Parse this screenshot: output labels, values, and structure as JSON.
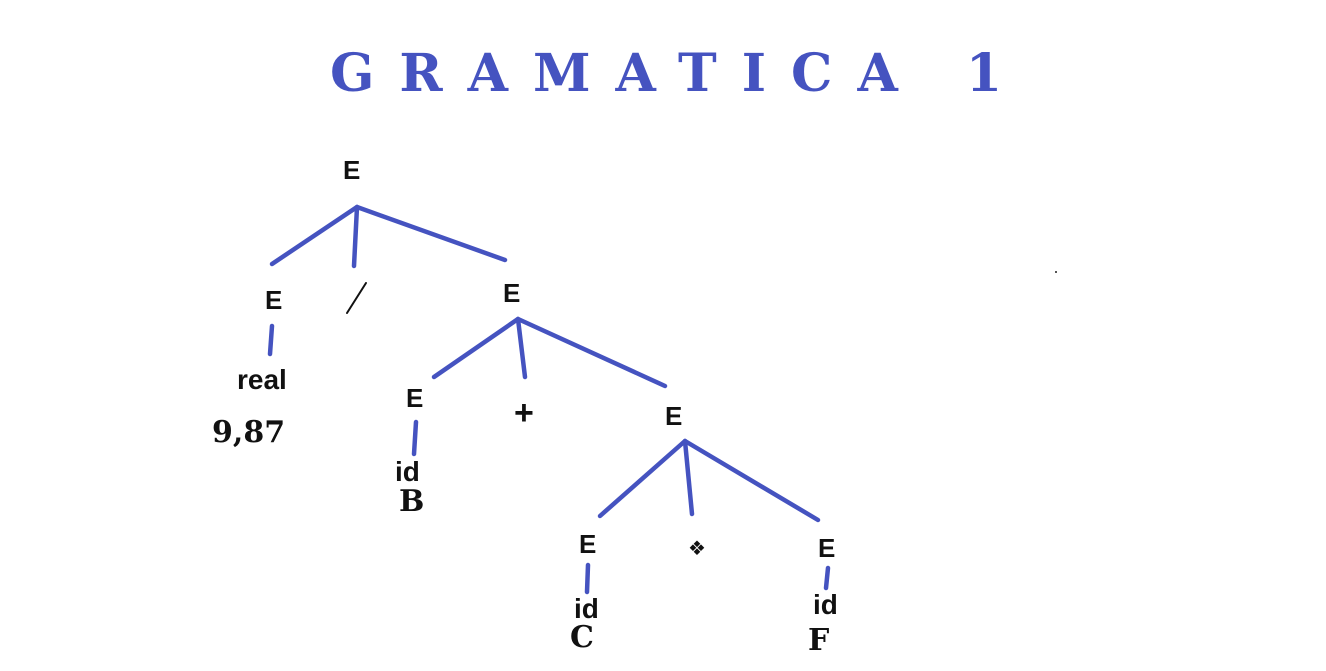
{
  "title": "GRAMATICA 1",
  "colors": {
    "title": "#4553c0",
    "edges": "#4553c0",
    "text": "#111111"
  },
  "tree": {
    "root": "E",
    "left": {
      "label": "E",
      "terminal": "real",
      "value": "9,87"
    },
    "operator_divide": "/",
    "right": {
      "label": "E",
      "left": {
        "label": "E",
        "terminal": "id",
        "value": "B"
      },
      "operator_plus": "+",
      "right": {
        "label": "E",
        "left": {
          "label": "E",
          "terminal": "id",
          "value": "C"
        },
        "operator_times": "❖",
        "right": {
          "label": "E",
          "terminal": "id",
          "value": "F"
        }
      }
    }
  }
}
